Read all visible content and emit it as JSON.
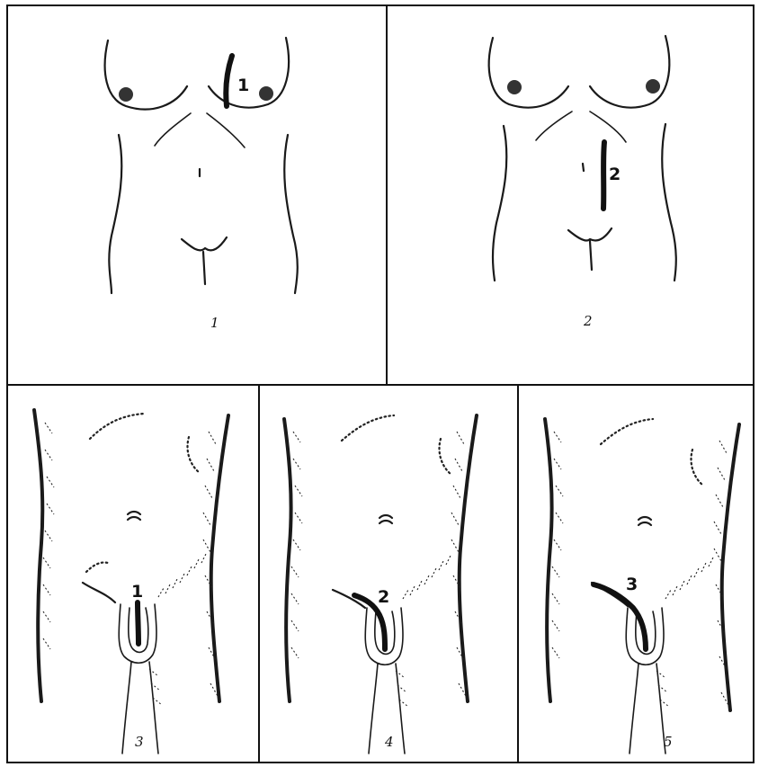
{
  "panels": [
    {
      "caption": "1",
      "marker": "1"
    },
    {
      "caption": "2",
      "marker": "2"
    },
    {
      "caption": "3",
      "marker": "1"
    },
    {
      "caption": "4",
      "marker": "2"
    },
    {
      "caption": "5",
      "marker": "3"
    }
  ]
}
